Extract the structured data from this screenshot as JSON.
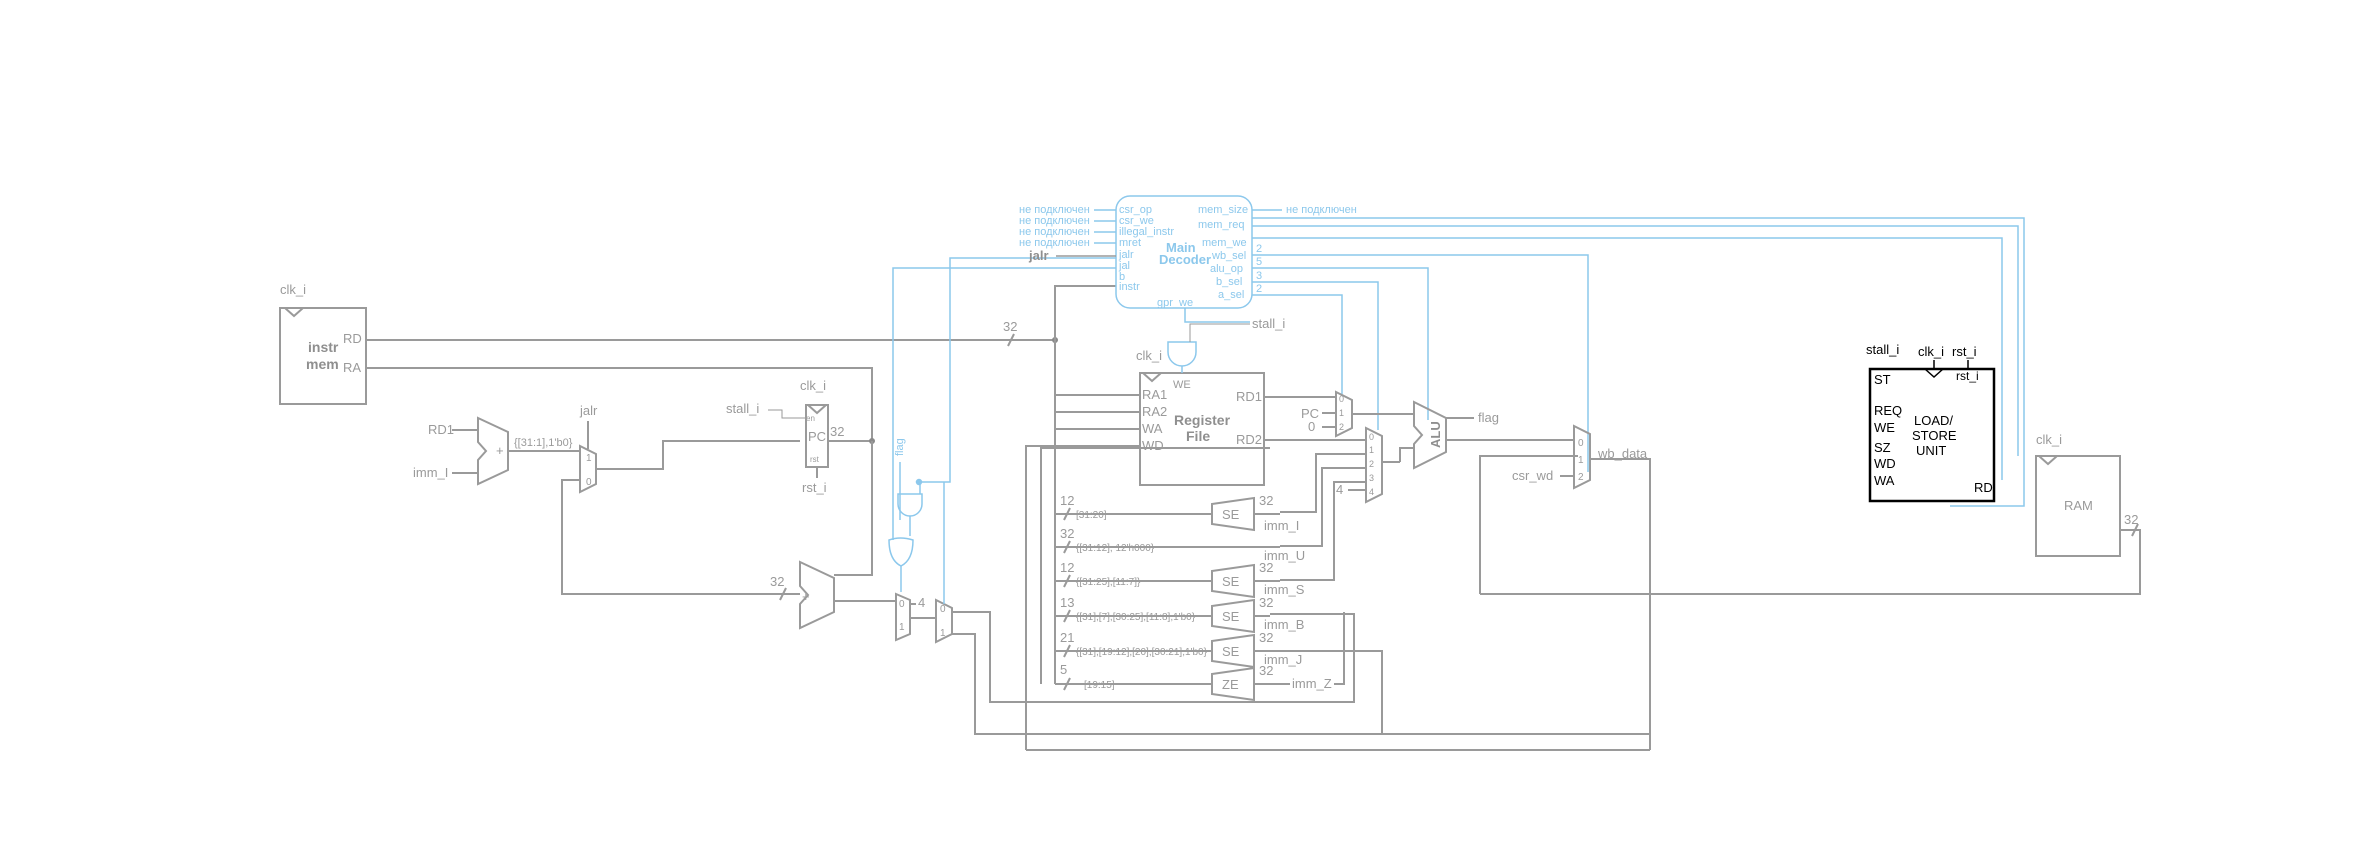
{
  "instr_mem": {
    "clk": "clk_i",
    "title_line1": "instr",
    "title_line2": "mem",
    "port_rd": "RD",
    "port_ra": "RA"
  },
  "adder": {
    "in_rd1": "RD1",
    "in_imm_i": "imm_I",
    "plus": "+",
    "concat": "{[31:1],1'b0}"
  },
  "jalr_mux": {
    "sel_label": "jalr",
    "in1": "1",
    "in0": "0"
  },
  "pc": {
    "clk": "clk_i",
    "stall": "stall_i",
    "label": "PC",
    "en": "en",
    "rst_port": "rst",
    "rst": "rst_i",
    "width": "32"
  },
  "bus_width": "32",
  "flag_label": "flag",
  "adder2": {
    "width": "32",
    "plus": "+"
  },
  "mux_4": {
    "in0": "0",
    "in1": "1",
    "const": "4"
  },
  "mux_b": {
    "in0": "0",
    "in1": "1"
  },
  "decoder": {
    "title_line1": "Main",
    "title_line2": "Decoder",
    "left_ports": [
      "csr_op",
      "csr_we",
      "illegal_instr",
      "mret",
      "jalr",
      "jal",
      "b",
      "instr"
    ],
    "right_ports": [
      "mem_size",
      "mem_req",
      "mem_we",
      "wb_sel",
      "alu_op",
      "b_sel",
      "a_sel"
    ],
    "bottom_port": "gpr_we",
    "nc": [
      "не подключен",
      "не подключен",
      "не подключен",
      "не подключен"
    ],
    "nc_right": "не подключен",
    "jalr_out": "jalr",
    "widths": [
      "2",
      "5",
      "3",
      "2"
    ]
  },
  "regfile": {
    "clk": "clk_i",
    "we": "WE",
    "stall": "stall_i",
    "title_line1": "Register",
    "title_line2": "File",
    "ports_left": [
      "RA1",
      "RA2",
      "WA",
      "WD"
    ],
    "port_rd1": "RD1",
    "port_rd2": "RD2"
  },
  "mux_a": {
    "pc": "PC",
    "zero": "0",
    "in0": "0",
    "in1": "1",
    "in2": "2"
  },
  "mux_bsel": {
    "inputs": [
      "0",
      "1",
      "2",
      "3",
      "4"
    ],
    "const4": "4"
  },
  "alu": {
    "label": "ALU",
    "flag": "flag"
  },
  "wb_mux": {
    "inputs": [
      "0",
      "1",
      "2"
    ],
    "csr_wd": "csr_wd",
    "out": "wb_data"
  },
  "imm_units": [
    {
      "width_in": "12",
      "bits": "[31:20]",
      "unit": "SE",
      "width_out": "32",
      "name": "imm_I"
    },
    {
      "width_in": "32",
      "bits": "{[31:12], 12'h000}",
      "unit": "",
      "width_out": "",
      "name": "imm_U"
    },
    {
      "width_in": "12",
      "bits": "{[31:25],[11:7]}",
      "unit": "SE",
      "width_out": "32",
      "name": "imm_S"
    },
    {
      "width_in": "13",
      "bits": "{[31],[7],[30:25],[11:8],1'b0}",
      "unit": "SE",
      "width_out": "32",
      "name": "imm_B"
    },
    {
      "width_in": "21",
      "bits": "{[31],[19:12],[20],[30:21],1'b0}",
      "unit": "SE",
      "width_out": "32",
      "name": "imm_J"
    },
    {
      "width_in": "5",
      "bits": "[19:15]",
      "unit": "ZE",
      "width_out": "32",
      "name": "imm_Z"
    }
  ],
  "lsu": {
    "stall": "stall_i",
    "clk": "clk_i",
    "rst": "rst_i",
    "rst_port": "rst_i",
    "ports_left": [
      "ST",
      "REQ",
      "WE",
      "SZ",
      "WD",
      "WA"
    ],
    "port_rd": "RD",
    "title_line1": "LOAD/",
    "title_line2": "STORE",
    "title_line3": "UNIT"
  },
  "ram": {
    "clk": "clk_i",
    "label": "RAM",
    "width": "32"
  }
}
